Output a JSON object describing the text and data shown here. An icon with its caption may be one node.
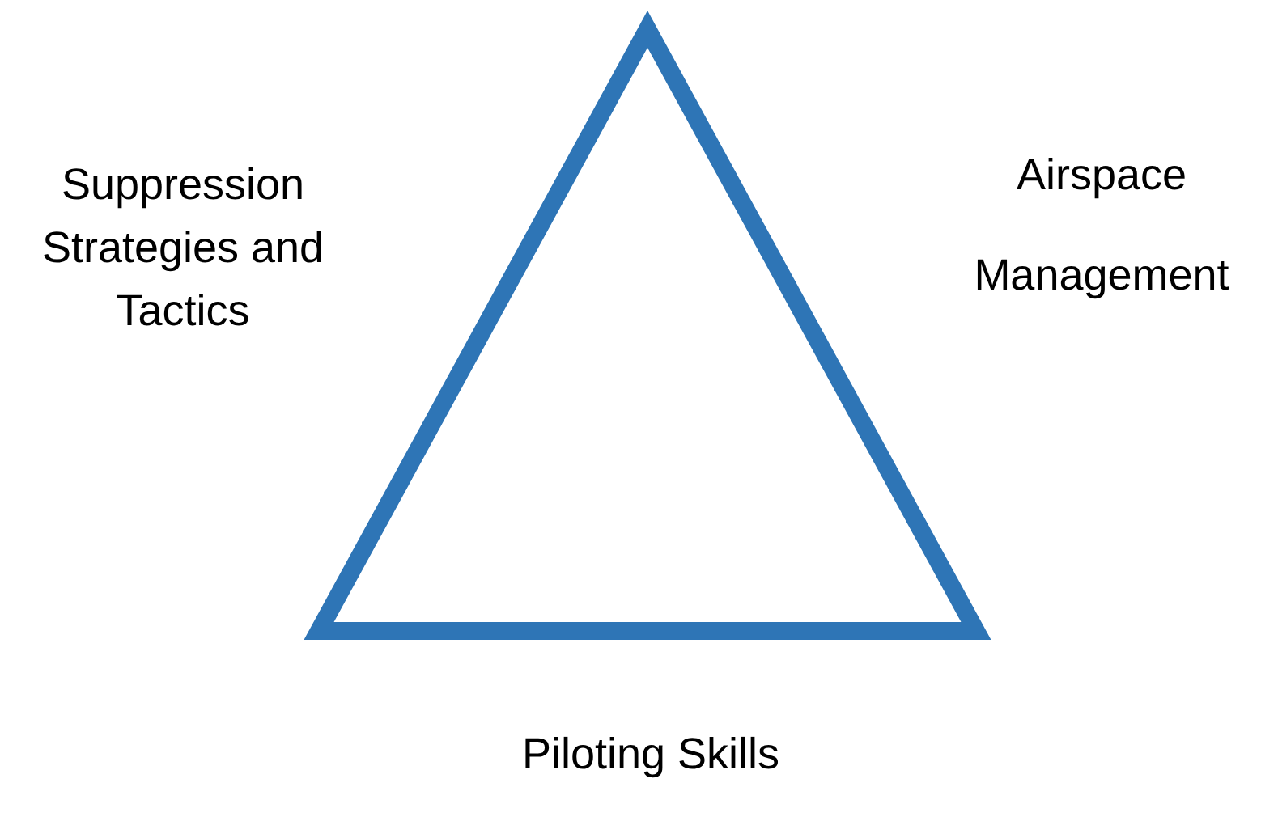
{
  "diagram": {
    "labels": [
      "Suppression Strategies and Tactics",
      "Airspace Management",
      "Piloting Skills"
    ]
  }
}
